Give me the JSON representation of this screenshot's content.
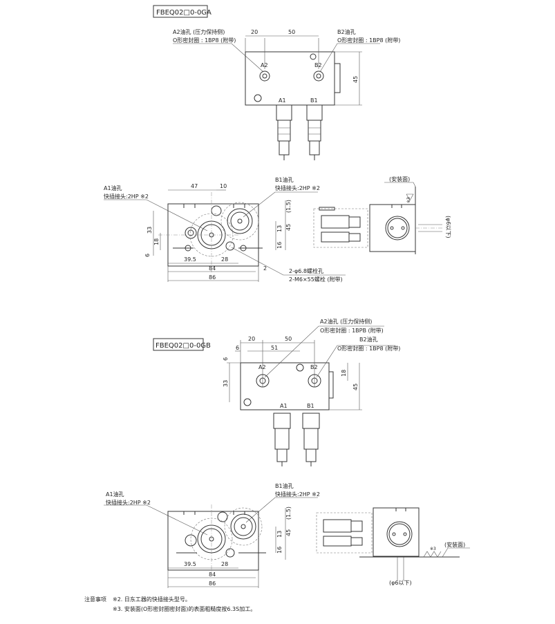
{
  "model_ga": {
    "title": "FBEQ02□0-0GA",
    "top_view": {
      "a2_label": "A2油孔 (压力保持侧)",
      "a2_seal": "O形密封圈 : 1BP8 (附带)",
      "b2_label": "B2油孔",
      "b2_seal": "O形密封圈 : 1BP8 (附带)",
      "port_a2": "A2",
      "port_b2": "B2",
      "port_a1": "A1",
      "port_b1": "B1",
      "dims": {
        "d20": "20",
        "d50": "50",
        "d45": "45"
      }
    },
    "front_view": {
      "a1_label": "A1油孔",
      "a1_coupler": "快插接头:2HP ※2",
      "b1_label": "B1油孔",
      "b1_coupler": "快插接头:2HP ※2",
      "bolt_hole": "2-φ6.8螺栓孔",
      "bolt": "2-M6×55螺栓 (附带)",
      "dims": {
        "d47": "47",
        "d10": "10",
        "d33": "33",
        "d18": "18",
        "d6": "6",
        "d13": "13",
        "d45": "45",
        "d16": "16",
        "d1_5": "(1.5)",
        "d39_5": "39.5",
        "d28": "28",
        "d84": "84",
        "d86": "86",
        "d2": "2"
      }
    },
    "side_view": {
      "mount_face": "(安装面)",
      "roughness": "※3",
      "diameter": "(φ6以下)"
    }
  },
  "model_gb": {
    "title": "FBEQ02□0-0GB",
    "top_view": {
      "a2_label": "A2油孔 (压力保持侧)",
      "a2_seal": "O形密封圈 : 1BPB (附带)",
      "b2_label": "B2油孔",
      "b2_seal": "O形密封圈 : 1BP8 (附带)",
      "port_a2": "A2",
      "port_b2": "B2",
      "port_a1": "A1",
      "port_b1": "B1",
      "dims": {
        "d6a": "6",
        "d20": "20",
        "d50": "50",
        "d51": "51",
        "d6b": "6",
        "d33": "33",
        "d18": "18",
        "d45": "45"
      }
    },
    "front_view": {
      "a1_label": "A1油孔",
      "a1_coupler": "快插接头:2HP ※2",
      "b1_label": "B1油孔",
      "b1_coupler": "快插接头:2HP ※2",
      "dims": {
        "d13": "13",
        "d45": "45",
        "d16": "16",
        "d1_5": "(1.5)",
        "d39_5": "39.5",
        "d28": "28",
        "d84": "84",
        "d86": "86"
      }
    },
    "side_view": {
      "mount_face": "(安装面)",
      "roughness": "※3",
      "diameter": "(φ6以下)"
    }
  },
  "notes": {
    "heading": "注意事项",
    "note2": "※2. 日东工器的快插接头型号。",
    "note3": "※3. 安装面(O形密封圈密封面)的表面粗糙度按6.3S加工。"
  }
}
